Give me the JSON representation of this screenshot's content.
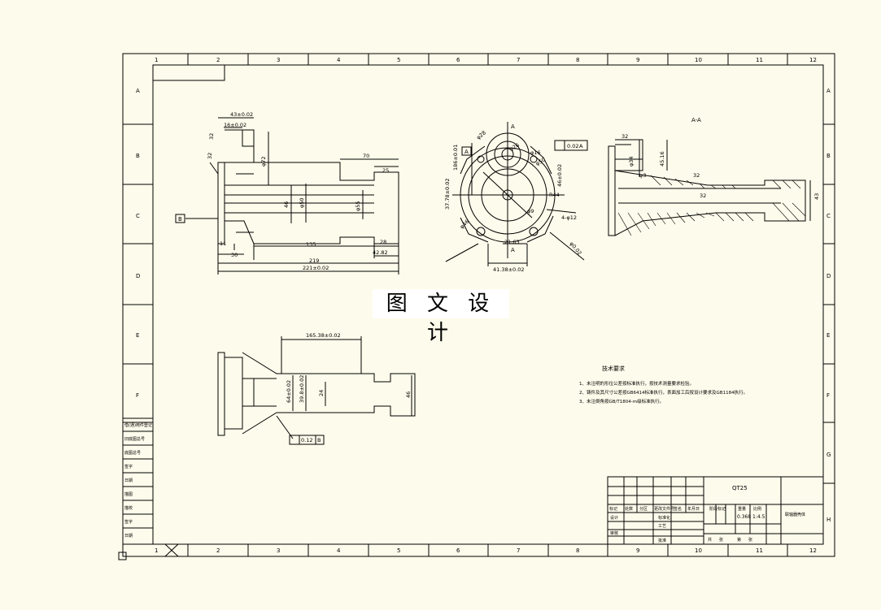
{
  "watermark": "图 文 设 计",
  "grid": {
    "columns": [
      "1",
      "2",
      "3",
      "4",
      "5",
      "6",
      "7",
      "8",
      "9",
      "10",
      "11",
      "12"
    ],
    "rows_left": [
      "A",
      "B",
      "C",
      "D",
      "E",
      "F"
    ],
    "rows_right": [
      "A",
      "B",
      "C",
      "D",
      "E",
      "F",
      "G",
      "H"
    ]
  },
  "section_label": "A-A",
  "view_marks": {
    "a_top": "A",
    "a_bottom": "A",
    "a_box": "A",
    "b_box": "B"
  },
  "dimensions": {
    "front": {
      "d1": "43±0.02",
      "d2": "16±0.02",
      "d3": "70",
      "d4": "25",
      "d5": "φ72",
      "d6": "46",
      "d7": "φ50",
      "d8": "φ55",
      "d9": "11",
      "d10": "135",
      "d11": "28",
      "d12": "30",
      "d13": "42.82",
      "d14": "219",
      "d15": "221±0.02",
      "r1": "32",
      "r2": "32"
    },
    "round": {
      "d1": "φ28",
      "d2": "φ26",
      "d3": "φ16",
      "d4": "φ50",
      "d5": "φ0.02",
      "d6": "186±0.01",
      "d7": "37.78±0.02",
      "d8": "46±0.02",
      "d9": "R44",
      "d10": "φ46",
      "d11": "4-φ12",
      "d12": "21.63",
      "d13": "41.38±0.02",
      "d14": "φ9",
      "tol": "0.02",
      "tol_ref": "A"
    },
    "section": {
      "d1": "32",
      "d2": "φ34",
      "d3": "45.16",
      "d4": "32",
      "d5": "32",
      "d6": "φ3",
      "d7": "43"
    },
    "bottom": {
      "d1": "165.38±0.02",
      "d2": "64±0.02",
      "d3": "39.8±0.02",
      "d4": "24",
      "d5": "46",
      "tol": "0.12",
      "tol_ref": "B"
    }
  },
  "notes": {
    "title": "技术要求",
    "items": [
      "1、未注明的形位公差按标准执行，按技术测量要求检验。",
      "2、铸件及其尺寸公差按GB6414标准执行，表面加工后按设计要求及GB1184执行。",
      "3、未注倒角按GB/T1804-m级标准执行。"
    ]
  },
  "side_table": [
    "借(通)用件登记",
    "旧底图总号",
    "底图总号",
    "签字",
    "日期",
    "描图",
    "描校",
    "签字",
    "日期"
  ],
  "title_block": {
    "material": "QT25",
    "part_name": "联轴器壳体",
    "mass": "0.368",
    "scale": "1:4.5",
    "labels_left": [
      "标记",
      "处数",
      "分区",
      "更改文件号",
      "签名",
      "年月日"
    ],
    "labels_mid": [
      "设计",
      "标准化",
      "工艺",
      "审核",
      "批准"
    ],
    "labels_right": [
      "阶段标记",
      "重量",
      "比例"
    ],
    "sheet_info": [
      "共",
      "张",
      "第",
      "张"
    ]
  }
}
